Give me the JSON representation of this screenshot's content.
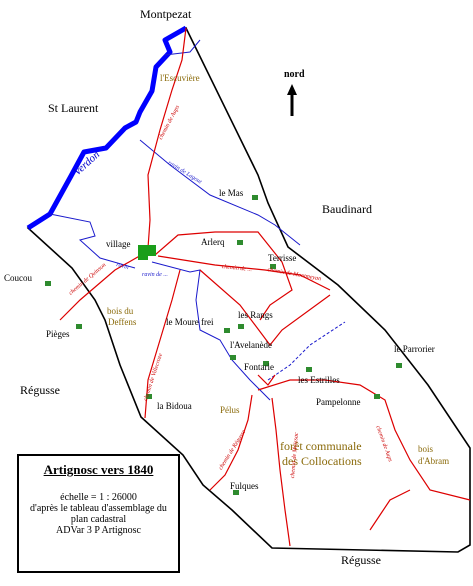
{
  "legend": {
    "title": "Artignosc vers 1840",
    "scale": "échelle = 1 : 26000",
    "source_line1": "d'après le tableau d'assemblage du",
    "source_line2": "plan cadastral",
    "archive": "ADVar 3 P Artignosc"
  },
  "north": "nord",
  "neighbors": {
    "montpezat": "Montpezat",
    "st_laurent": "St Laurent",
    "baudinard": "Baudinard",
    "coucou": "Coucou",
    "pieges": "Pièges",
    "regusse_west": "Régusse",
    "regusse_south": "Régusse",
    "le_parrorier": "le Parrorier"
  },
  "places": {
    "village": "village",
    "le_mas": "le Mas",
    "arlerq": "Arlerq",
    "terrisse": "Terrisse",
    "les_rangs": "les Rangs",
    "le_moure_frei": "le Moure frei",
    "l_avelanede": "l'Avelanède",
    "fontarie": "Fontarie",
    "les_estrilles": "les Estrilles",
    "pampelonne": "Pampelonne",
    "la_bidoua": "la Bidoua",
    "fulques": "Fulques"
  },
  "areas": {
    "l_escuviere": "l'Escuvière",
    "bois_deffens_1": "bois du",
    "bois_deffens_2": "Deffens",
    "pelus": "Pélus",
    "foret_1": "forêt communale",
    "foret_2": "des Collocations",
    "bois_abram_1": "bois",
    "bois_abram_2": "d'Abram"
  },
  "water": {
    "river": "Verdon",
    "stream_1": "ravin de Lagout",
    "stream_2": "ravin",
    "stream_3": "ravin de ..."
  },
  "roads": {
    "r1": "chemin de Aups",
    "r2": "chemin de Quinson",
    "r3": "chemin de ...",
    "r4": "chemin de Villecroze",
    "r5": "chemin de Régusse",
    "r6": "chemin de Moissac",
    "r7": "chemin de Aups",
    "r8": "chemin de Montmeyan"
  },
  "colors": {
    "boundary": "#000000",
    "river": "#0000ff",
    "stream": "#1a1acc",
    "road": "#dd0000",
    "place_marker": "#2e8b2e",
    "village_marker": "#1a9e1a",
    "area_label": "#8a6a0a"
  },
  "icons": {
    "north_arrow": "north-arrow-icon"
  }
}
